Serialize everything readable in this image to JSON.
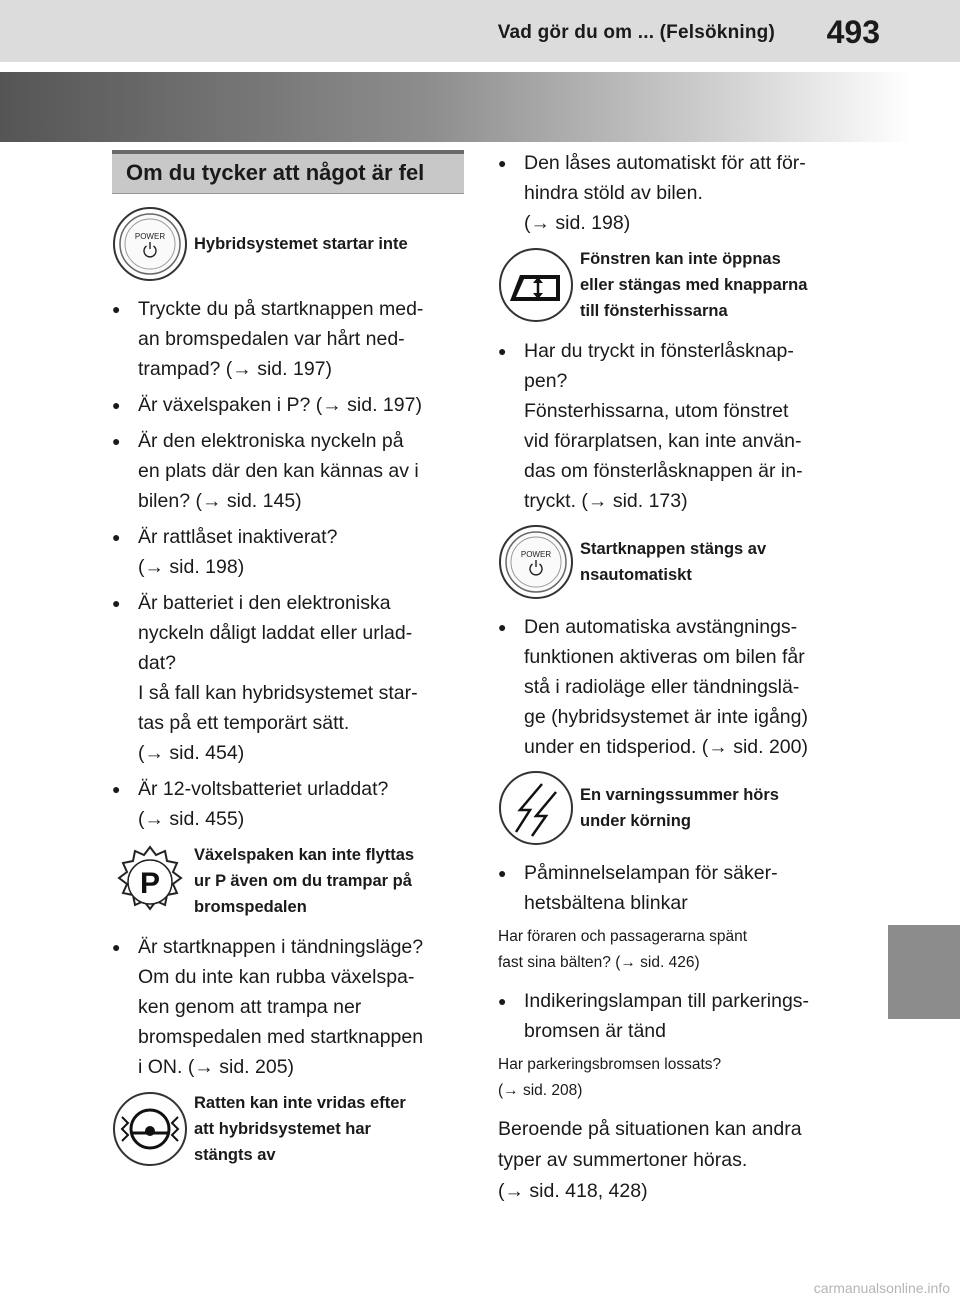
{
  "header": {
    "title": "Vad gör du om ... (Felsökning)",
    "page_number": "493"
  },
  "left": {
    "section_title": "Om du tycker att något är fel",
    "blocks": [
      {
        "icon": "power-button-icon",
        "icon_text": "POWER",
        "heading": [
          "Hybridsystemet startar inte"
        ],
        "bullets": [
          [
            "Tryckte du på startknappen med-",
            "an bromspedalen var hårt ned-",
            "trampad? (→ sid. 197)"
          ],
          [
            "Är växelspaken i P? (→ sid. 197)"
          ],
          [
            "Är den elektroniska nyckeln på",
            "en plats där den kan kännas av i",
            "bilen? (→ sid. 145)"
          ],
          [
            "Är rattlåset inaktiverat?",
            "(→ sid. 198)"
          ],
          [
            "Är batteriet i den elektroniska",
            "nyckeln dåligt laddat eller urlad-",
            "dat?",
            "I så fall kan hybridsystemet star-",
            "tas på ett temporärt sätt.",
            "(→ sid. 454)"
          ],
          [
            "Är 12-voltsbatteriet urladdat?",
            "(→ sid. 455)"
          ]
        ]
      },
      {
        "icon": "gear-p-icon",
        "icon_text": "P",
        "heading": [
          "Växelspaken kan inte flyttas",
          "ur P även om du trampar på",
          "bromspedalen"
        ],
        "bullets": [
          [
            "Är startknappen i tändningsläge?",
            "Om du inte kan rubba växelspa-",
            "ken genom att trampa ner",
            "bromspedalen med startknappen",
            "i ON. (→ sid. 205)"
          ]
        ]
      },
      {
        "icon": "steering-lock-icon",
        "heading": [
          "Ratten kan inte vridas efter",
          "att hybridsystemet har",
          "stängts av"
        ],
        "bullets": []
      }
    ]
  },
  "right": {
    "top_bullet": [
      "Den låses automatiskt för att för-",
      "hindra stöld av bilen.",
      "(→ sid. 198)"
    ],
    "window": {
      "heading": [
        "Fönstren kan inte öppnas",
        "eller stängas med knapparna",
        "till fönsterhissarna"
      ],
      "bullet": [
        "Har du tryckt in fönsterlåsknap-",
        "pen?",
        "Fönsterhissarna, utom fönstret",
        "vid förarplatsen, kan inte använ-",
        "das om fönsterlåsknappen är in-",
        "tryckt. (→ sid. 173)"
      ]
    },
    "power_off": {
      "icon_text": "POWER",
      "heading": [
        "Startknappen stängs av",
        "nsautomatiskt"
      ],
      "bullet": [
        "Den automatiska avstängnings-",
        "funktionen aktiveras om bilen får",
        "stå i radioläge eller tändningslä-",
        "ge (hybridsystemet är inte igång)",
        "under en tidsperiod. (→ sid. 200)"
      ]
    },
    "buzzer": {
      "heading": [
        "En varningssummer hörs",
        "under körning"
      ],
      "bullet1": [
        "Påminnelselampan för säker-",
        "hetsbältena blinkar"
      ],
      "note1": [
        "Har föraren och passagerarna spänt",
        "fast sina bälten? (→ sid. 426)"
      ],
      "bullet2": [
        "Indikeringslampan till parkerings-",
        "bromsen är tänd"
      ],
      "note2": [
        "Har parkeringsbromsen lossats?",
        "(→ sid. 208)"
      ],
      "plain": [
        "Beroende på situationen kan andra",
        "typer av summertoner höras.",
        "(→ sid. 418, 428)"
      ]
    }
  },
  "footer": {
    "watermark": "carmanualsonline.info"
  }
}
